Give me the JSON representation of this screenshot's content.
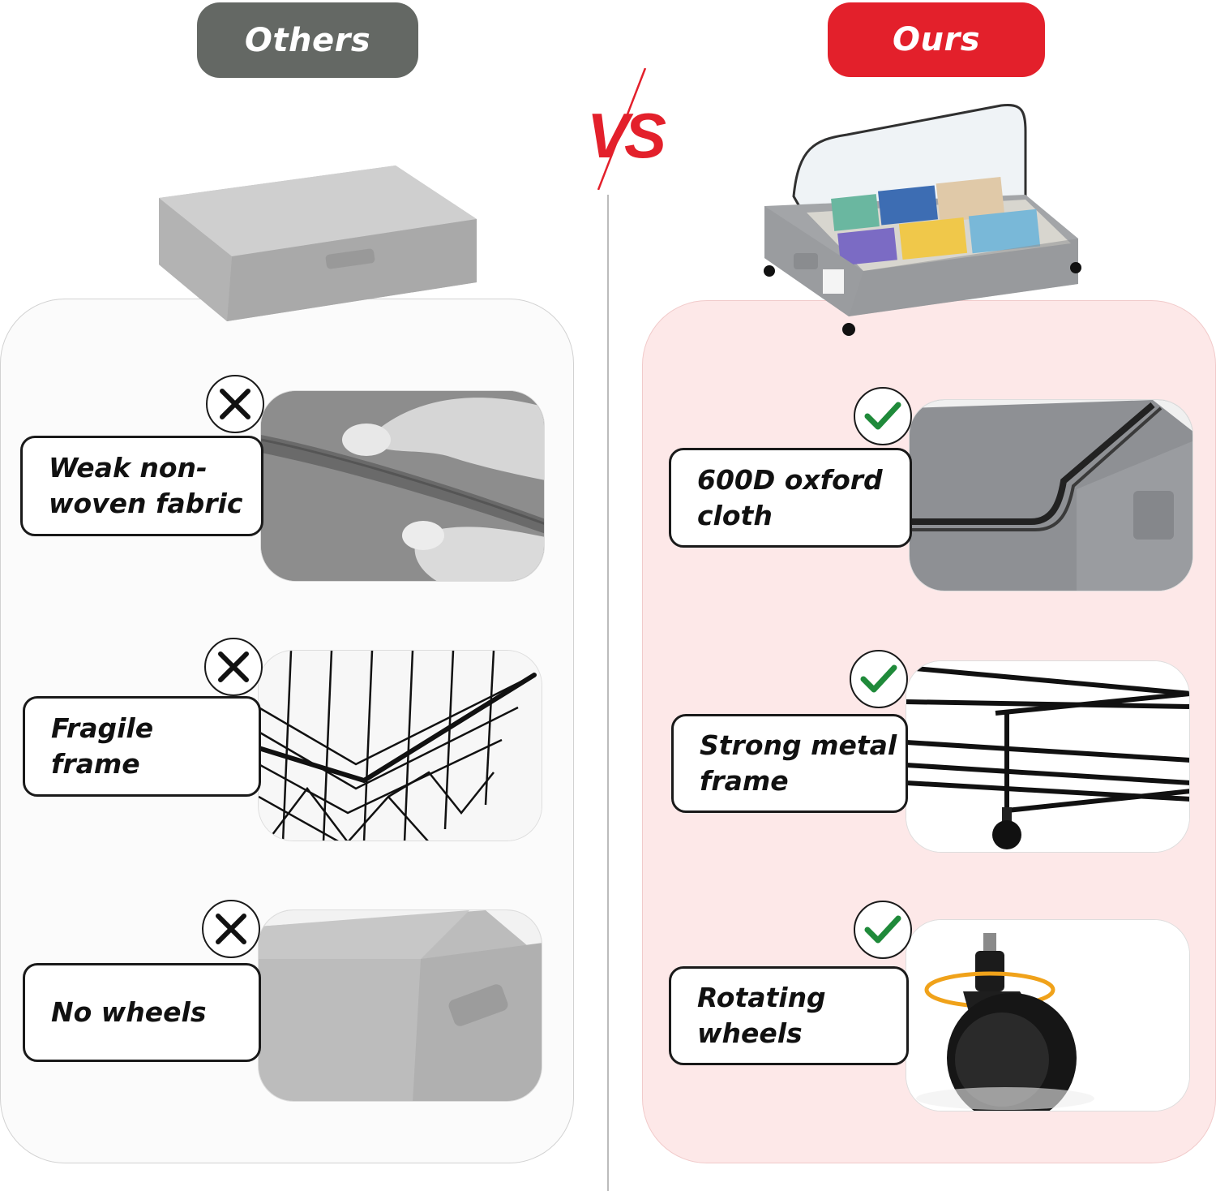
{
  "header": {
    "others_label": "Others",
    "ours_label": "Ours",
    "vs_label": "VS"
  },
  "colors": {
    "others_pill": "#646864",
    "ours_pill": "#e3202b",
    "vs_red": "#e3202b",
    "right_panel": "#fde8e8",
    "left_panel": "#fbfbfb",
    "check_green": "#1f8a3a"
  },
  "others": {
    "items": [
      {
        "label": "Weak non-woven fabric",
        "icon": "cross-icon",
        "image": "fabric-edge-photo"
      },
      {
        "label": "Fragile frame",
        "icon": "cross-icon",
        "image": "wire-basket-photo"
      },
      {
        "label": "No wheels",
        "icon": "cross-icon",
        "image": "box-corner-photo"
      }
    ]
  },
  "ours": {
    "items": [
      {
        "label": "600D oxford cloth",
        "icon": "check-icon",
        "image": "oxford-cloth-corner-photo"
      },
      {
        "label": "Strong metal frame",
        "icon": "check-icon",
        "image": "metal-frame-photo"
      },
      {
        "label": "Rotating wheels",
        "icon": "check-icon",
        "image": "caster-wheel-photo"
      }
    ]
  }
}
